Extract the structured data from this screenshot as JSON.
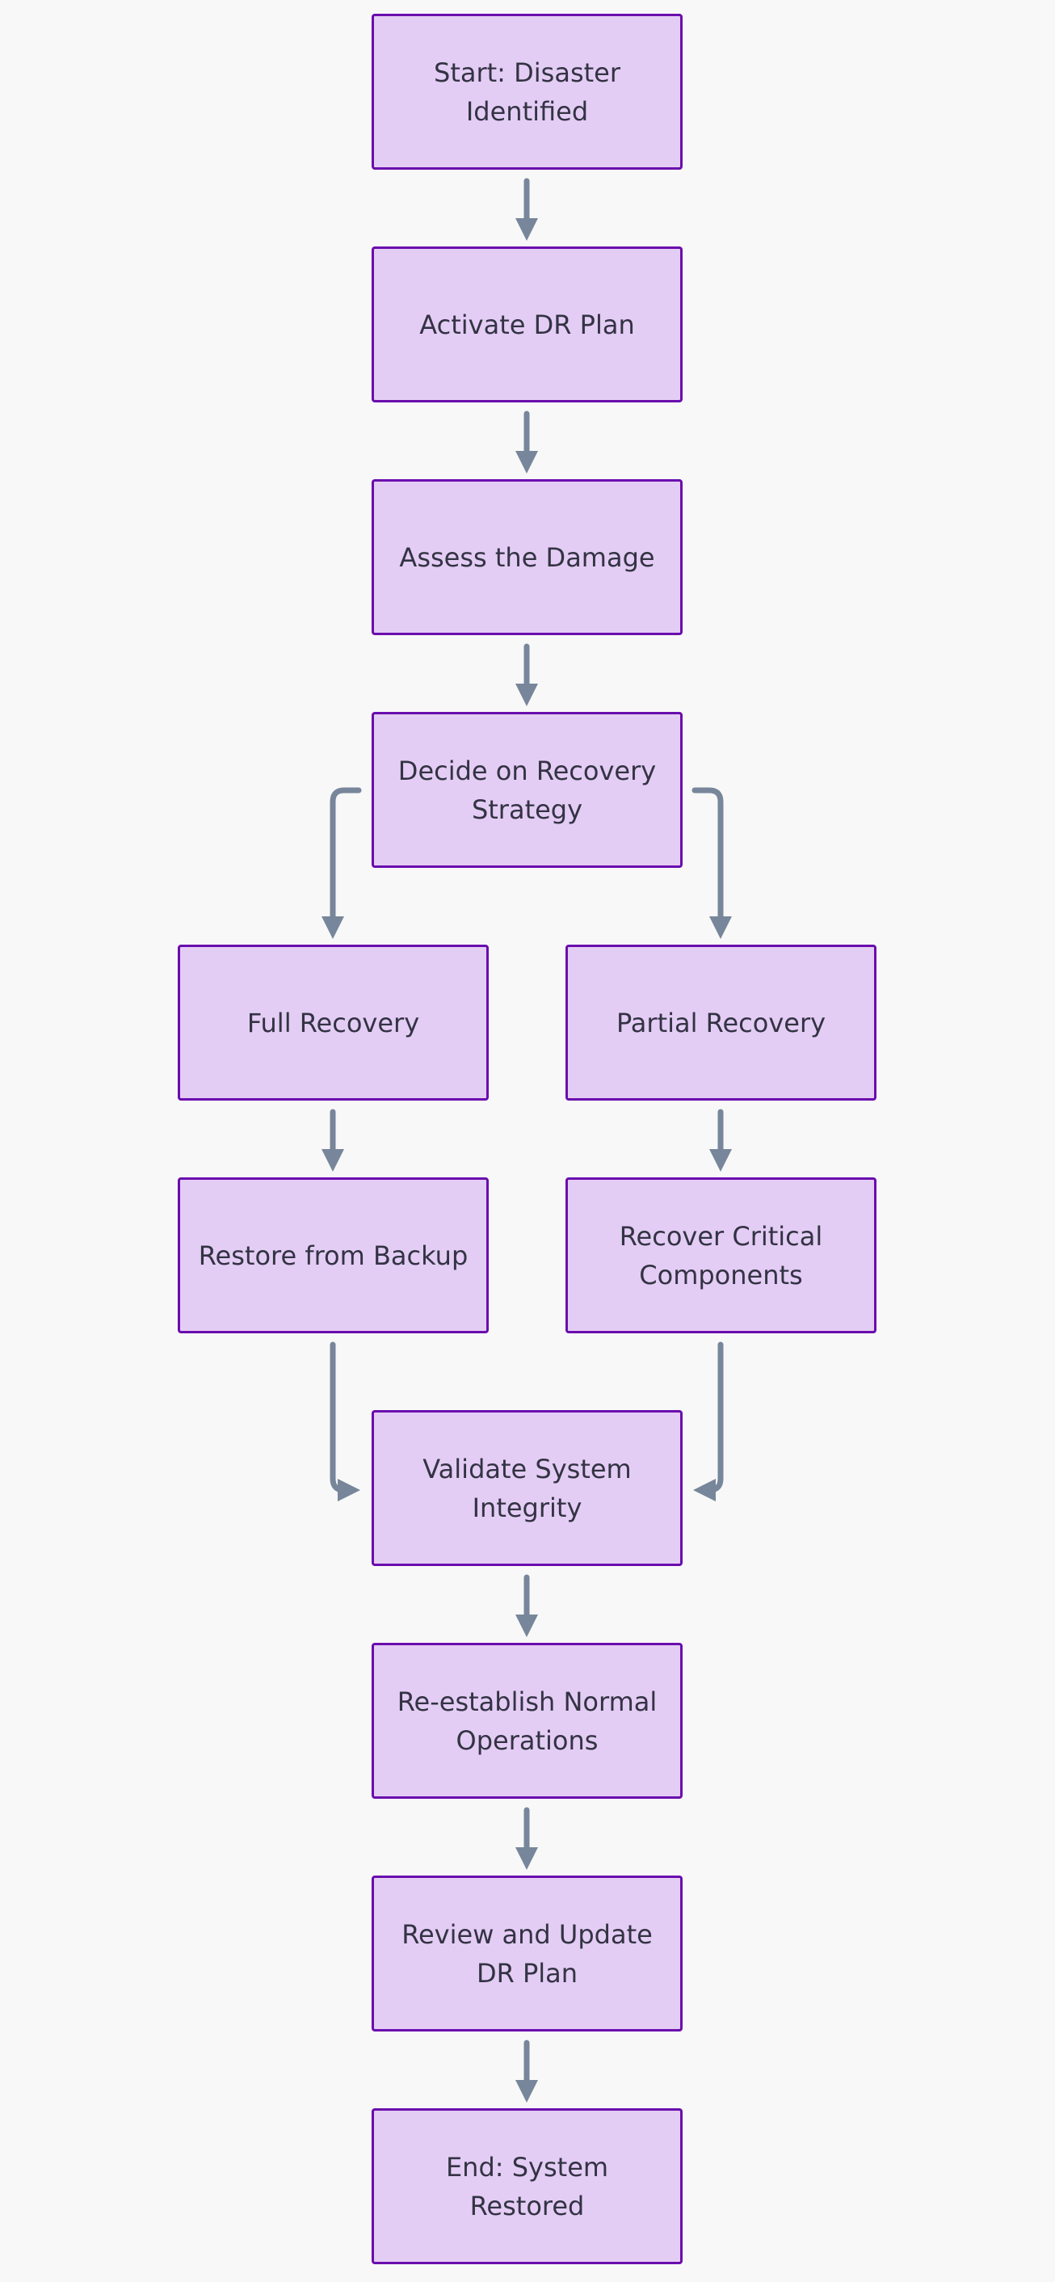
{
  "diagram": {
    "type": "flowchart",
    "direction": "top-to-bottom",
    "colors": {
      "background": "#f8f8f8",
      "node_fill": "#e4cdf4",
      "node_border": "#6a0dad",
      "node_text": "#333344",
      "edge": "#77869a"
    },
    "nodes": [
      {
        "id": "start",
        "label": "Start: Disaster Identified"
      },
      {
        "id": "activate",
        "label": "Activate DR Plan"
      },
      {
        "id": "assess",
        "label": "Assess the Damage"
      },
      {
        "id": "decide",
        "label": "Decide on Recovery Strategy"
      },
      {
        "id": "full",
        "label": "Full Recovery"
      },
      {
        "id": "partial",
        "label": "Partial Recovery"
      },
      {
        "id": "restore",
        "label": "Restore from Backup"
      },
      {
        "id": "recover",
        "label": "Recover Critical Components"
      },
      {
        "id": "validate",
        "label": "Validate System Integrity"
      },
      {
        "id": "reestablish",
        "label": "Re-establish Normal Operations"
      },
      {
        "id": "review",
        "label": "Review and Update DR Plan"
      },
      {
        "id": "end",
        "label": "End: System Restored"
      }
    ],
    "edges": [
      {
        "from": "start",
        "to": "activate"
      },
      {
        "from": "activate",
        "to": "assess"
      },
      {
        "from": "assess",
        "to": "decide"
      },
      {
        "from": "decide",
        "to": "full"
      },
      {
        "from": "decide",
        "to": "partial"
      },
      {
        "from": "full",
        "to": "restore"
      },
      {
        "from": "partial",
        "to": "recover"
      },
      {
        "from": "restore",
        "to": "validate"
      },
      {
        "from": "recover",
        "to": "validate"
      },
      {
        "from": "validate",
        "to": "reestablish"
      },
      {
        "from": "reestablish",
        "to": "review"
      },
      {
        "from": "review",
        "to": "end"
      }
    ]
  }
}
